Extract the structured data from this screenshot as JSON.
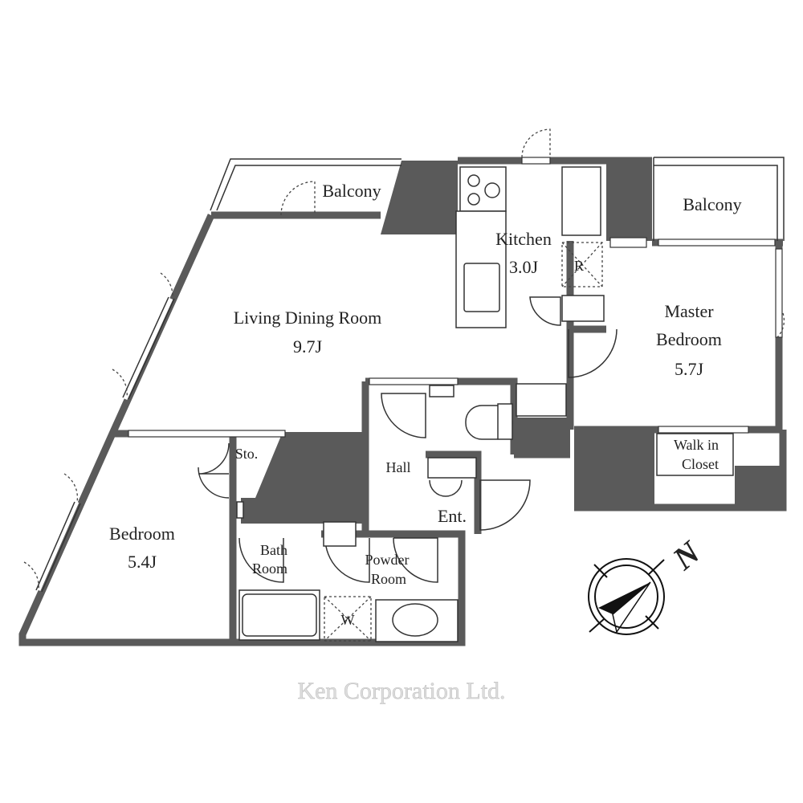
{
  "rooms": {
    "balcony_left": "Balcony",
    "balcony_right": "Balcony",
    "kitchen": {
      "name": "Kitchen",
      "size": "3.0J"
    },
    "living": {
      "name": "Living Dining Room",
      "size": "9.7J"
    },
    "master": {
      "name_1": "Master",
      "name_2": "Bedroom",
      "size": "5.7J"
    },
    "hall": "Hall",
    "entrance": "Ent.",
    "storage": "Sto.",
    "walkin": {
      "line_1": "Walk in",
      "line_2": "Closet"
    },
    "bedroom": {
      "name": "Bedroom",
      "size": "5.4J"
    },
    "bath": {
      "line_1": "Bath",
      "line_2": "Room"
    },
    "powder": {
      "line_1": "Powder",
      "line_2": "Room"
    }
  },
  "fixtures": {
    "refrigerator": "R",
    "washer": "W"
  },
  "compass": {
    "north": "N"
  },
  "watermark": "Ken Corporation Ltd.",
  "colors": {
    "wall": "#5a5a5a"
  }
}
